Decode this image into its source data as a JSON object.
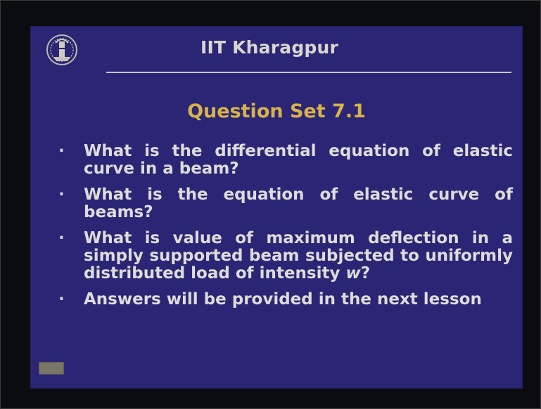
{
  "header": {
    "institution": "IIT Kharagpur",
    "logo_icon": "iit-kharagpur-emblem-icon"
  },
  "slide": {
    "title": "Question Set 7.1",
    "bullets": [
      {
        "text": "What is the differential equation of elastic curve in a beam?"
      },
      {
        "text": "What is the equation of elastic curve of beams?"
      },
      {
        "text_before": "What is value of maximum deflection in a simply supported beam subjected to uniformly distributed load of intensity ",
        "italic": "w",
        "text_after": "?"
      },
      {
        "text": "Answers will be provided in the next lesson"
      }
    ]
  },
  "colors": {
    "slide_background": "#2a2675",
    "title_color": "#d8b24a",
    "text_color": "#dedcda"
  }
}
